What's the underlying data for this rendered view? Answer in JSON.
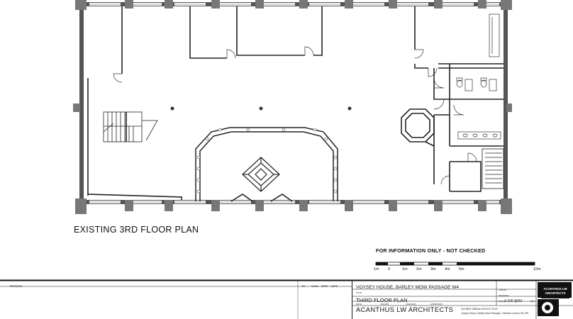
{
  "plan_title": "EXISTING 3RD FLOOR PLAN",
  "info_note": "FOR INFORMATION ONLY - NOT CHECKED",
  "scale_bar": {
    "labels": [
      "1m",
      "0",
      "1m",
      "2m",
      "3m",
      "4m",
      "5m",
      "10m"
    ]
  },
  "title_block": {
    "revision_label": "REVISION",
    "rev_columns": [
      "BY",
      "CHKD",
      "APRV",
      "DATE"
    ],
    "project": "VOYSEY HOUSE, BARLEY MOW PASSAGE W4",
    "drawing": "THIRD FLOOR PLAN",
    "scale": "1:100 @A3",
    "firm": "ACANTHUS LW ARCHITECTS",
    "small_labels": [
      "TITLE",
      "JOB NO.",
      "DRAWING",
      "SCALE",
      "REV",
      "DATE",
      "DRAWN",
      "CHECKED",
      "APPROVED"
    ],
    "contact": "020 8994 2288  fax 020 8747 6123",
    "address": "Voysey House, Barley Mow Passage, Chiswick London W4 4PL",
    "logo_text": "ACANTHUS LW ARCHITECTS"
  }
}
